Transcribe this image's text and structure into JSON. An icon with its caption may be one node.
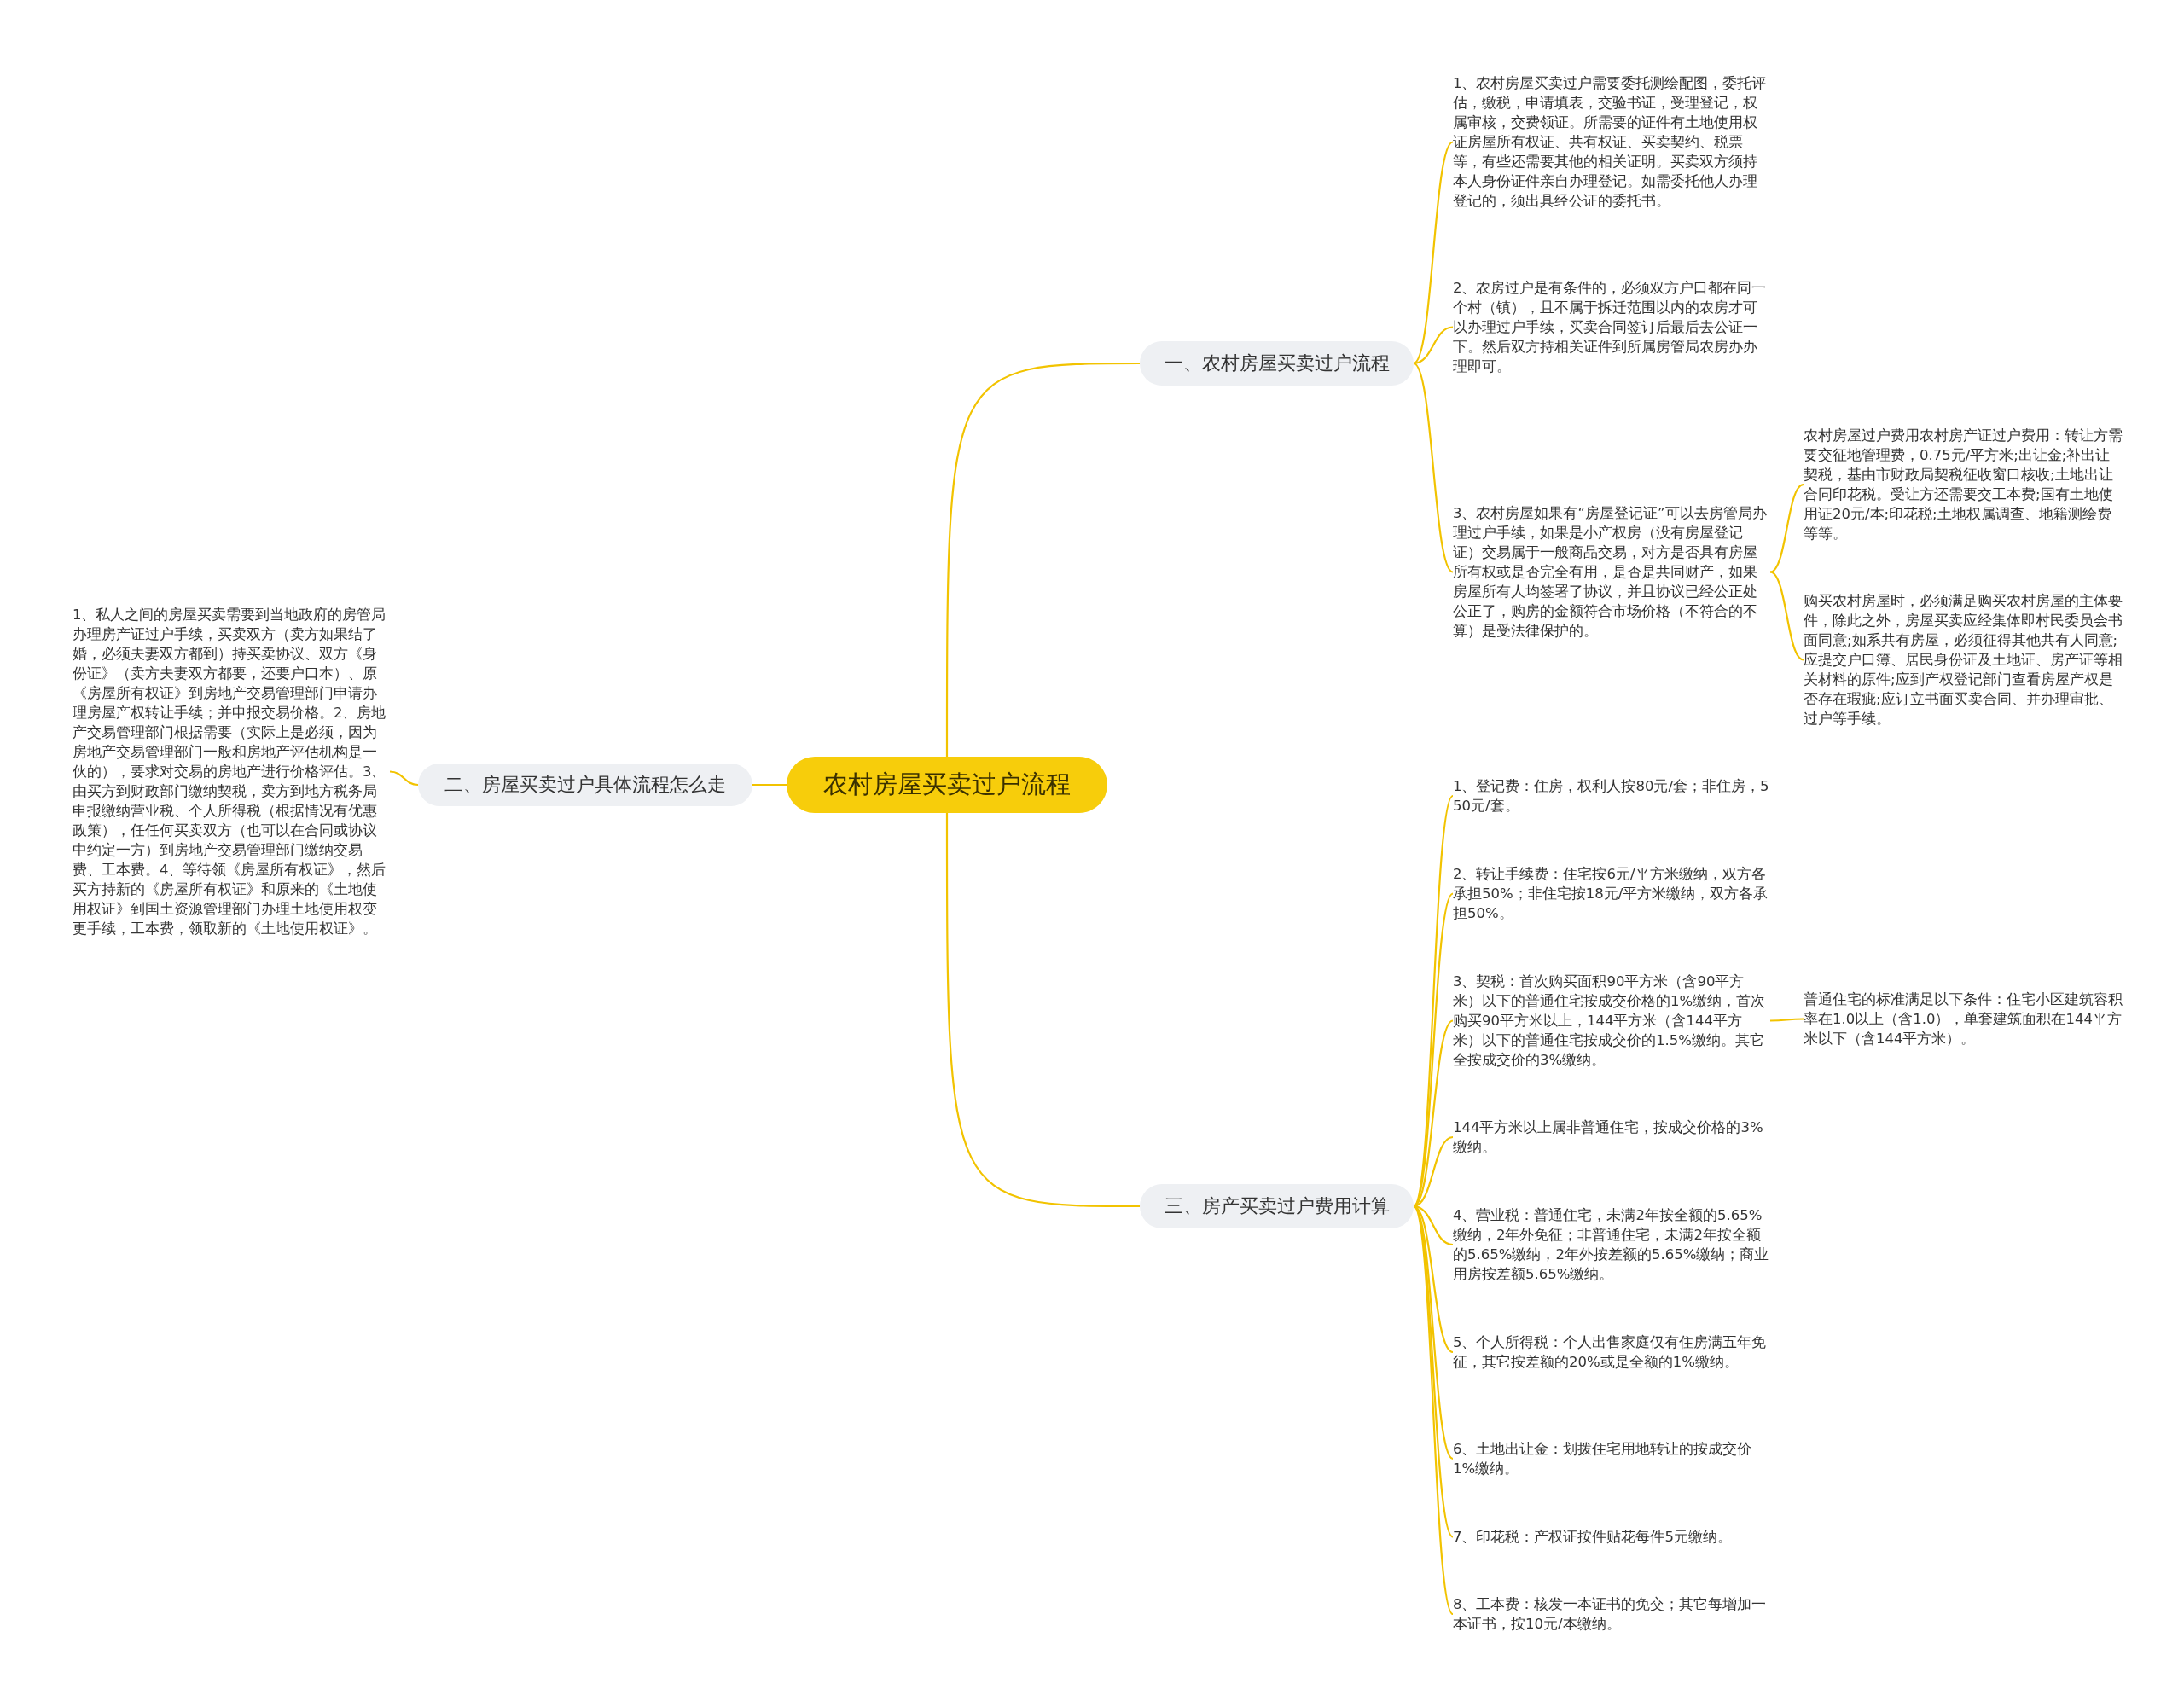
{
  "diagram": {
    "nodes": [
      {
        "text": [
          "农村房屋买卖过户流程"
        ]
      },
      {
        "text": [
          "一、农村房屋买卖过户流程"
        ]
      },
      {
        "text": [
          "1、农村房屋买卖过户需要委托测绘配图，委托评估，缴税，申请填表，交验书证，受理登记，权属审核，交费领证。所需要的证件有土地使用权证房屋所有权证、共有权证、买卖契约、税票等，有些还需要其他的相关证明。买卖双方须持本人身份证件亲自办理登记。如需委托他人办理登记的，须出具经公证的委托书。"
        ]
      },
      {
        "text": [
          "2、农房过户是有条件的，必须双方户口都在同一个村（镇），且不属于拆迁范围以内的农房才可以办理过户手续，买卖合同签订后最后去公证一下。然后双方持相关证件到所属房管局农房办办理即可。"
        ]
      },
      {
        "text": [
          "3、农村房屋如果有“房屋登记证”可以去房管局办理过户手续，如果是小产权房（没有房屋登记证）交易属于一般商品交易，对方是否具有房屋所有权或是否完全有用，是否是共同财产，如果房屋所有人均签署了协议，并且协议已经公正处公正了，购房的金额符合市场价格（不符合的不算）是受法律保护的。"
        ]
      },
      {
        "text": [
          "农村房屋过户费用农村房产证过户费用：转让方需要交征地管理费，0.75元/平方米;出让金;补出让契税，基由市财政局契税征收窗口核收;土地出让合同印花税。受让方还需要交工本费;国有土地使用证20元/本;印花税;土地权属调查、地籍测绘费等等。"
        ]
      },
      {
        "text": [
          "购买农村房屋时，必须满足购买农村房屋的主体要件，除此之外，房屋买卖应经集体即村民委员会书面同意;如系共有房屋，必须征得其他共有人同意;应提交户口簿、居民身份证及土地证、房产证等相关材料的原件;应到产权登记部门查看房屋产权是否存在瑕疵;应订立书面买卖合同、并办理审批、过户等手续。"
        ]
      },
      {
        "text": [
          "二、房屋买卖过户具体流程怎么走"
        ]
      },
      {
        "text": [
          "1、私人之间的房屋买卖需要到当地政府的房管局办理房产证过户手续，买卖双方（卖方如果结了婚，必须夫妻双方都到）持买卖协议、双方《身份证》（卖方夫妻双方都要，还要户口本）、原《房屋所有权证》到房地产交易管理部门申请办理房屋产权转让手续；并申报交易价格。2、房地产交易管理部门根据需要（实际上是必须，因为房地产交易管理部门一般和房地产评估机构是一伙的），要求对交易的房地产进行价格评估。3、由买方到财政部门缴纳契税，卖方到地方税务局申报缴纳营业税、个人所得税（根据情况有优惠政策），任任何买卖双方（也可以在合同或协议中约定一方）到房地产交易管理部门缴纳交易费、工本费。4、等待领《房屋所有权证》，然后买方持新的《房屋所有权证》和原来的《土地使用权证》到国土资源管理部门办理土地使用权变更手续，工本费，领取新的《土地使用权证》。"
        ]
      },
      {
        "text": [
          "三、房产买卖过户费用计算"
        ]
      },
      {
        "text": [
          "1、登记费：住房，权利人按80元/套；非住房，550元/套。"
        ]
      },
      {
        "text": [
          "2、转让手续费：住宅按6元/平方米缴纳，双方各承担50%；非住宅按18元/平方米缴纳，双方各承担50%。"
        ]
      },
      {
        "text": [
          "3、契税：首次购买面积90平方米（含90平方米）以下的普通住宅按成交价格的1%缴纳，首次购买90平方米以上，144平方米（含144平方米）以下的普通住宅按成交价的1.5%缴纳。其它全按成交价的3%缴纳。"
        ]
      },
      {
        "text": [
          "普通住宅的标准满足以下条件：住宅小区建筑容积率在1.0以上（含1.0），单套建筑面积在144平方米以下（含144平方米）。"
        ]
      },
      {
        "text": [
          "144平方米以上属非普通住宅，按成交价格的3%缴纳。"
        ]
      },
      {
        "text": [
          "4、营业税：普通住宅，未满2年按全额的5.65%缴纳，2年外免征；非普通住宅，未满2年按全额的5.65%缴纳，2年外按差额的5.65%缴纳；商业用房按差额5.65%缴纳。"
        ]
      },
      {
        "text": [
          "5、个人所得税：个人出售家庭仅有住房满五年免征，其它按差额的20%或是全额的1%缴纳。"
        ]
      },
      {
        "text": [
          "6、土地出让金：划拨住宅用地转让的按成交价1%缴纳。"
        ]
      },
      {
        "text": [
          "7、印花税：产权证按件贴花每件5元缴纳。"
        ]
      },
      {
        "text": [
          "8、工本费：核发一本证书的免交；其它每增加一本证书，按10元/本缴纳。"
        ]
      }
    ],
    "edges": [
      {
        "from": 0,
        "to": 1,
        "arrow": "none"
      },
      {
        "from": 1,
        "to": 2,
        "arrow": "none"
      },
      {
        "from": 1,
        "to": 3,
        "arrow": "none"
      },
      {
        "from": 1,
        "to": 4,
        "arrow": "none"
      },
      {
        "from": 4,
        "to": 5,
        "arrow": "none"
      },
      {
        "from": 4,
        "to": 6,
        "arrow": "none"
      },
      {
        "from": 0,
        "to": 7,
        "arrow": "none"
      },
      {
        "from": 7,
        "to": 8,
        "arrow": "none"
      },
      {
        "from": 0,
        "to": 9,
        "arrow": "none"
      },
      {
        "from": 9,
        "to": 10,
        "arrow": "none"
      },
      {
        "from": 9,
        "to": 11,
        "arrow": "none"
      },
      {
        "from": 9,
        "to": 12,
        "arrow": "none"
      },
      {
        "from": 12,
        "to": 13,
        "arrow": "none"
      },
      {
        "from": 9,
        "to": 14,
        "arrow": "none"
      },
      {
        "from": 9,
        "to": 15,
        "arrow": "none"
      },
      {
        "from": 9,
        "to": 16,
        "arrow": "none"
      },
      {
        "from": 9,
        "to": 17,
        "arrow": "none"
      },
      {
        "from": 9,
        "to": 18,
        "arrow": "none"
      },
      {
        "from": 9,
        "to": 19,
        "arrow": "none"
      }
    ]
  }
}
